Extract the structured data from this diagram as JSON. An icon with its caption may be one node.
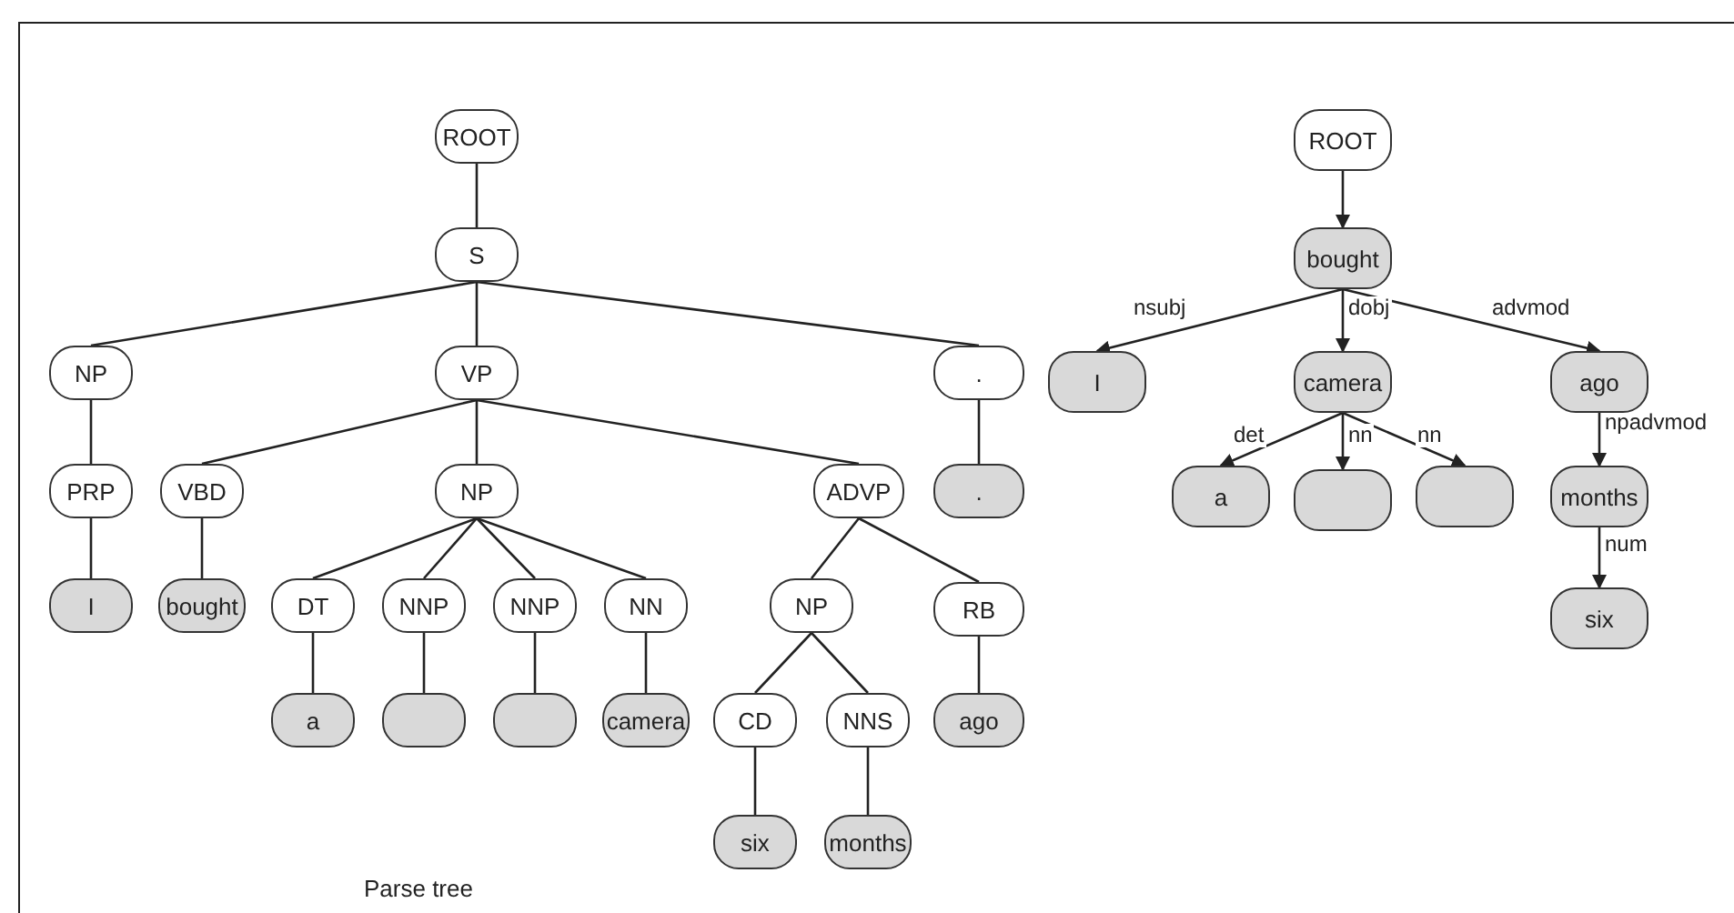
{
  "diagram": {
    "nodes": [
      {
        "text": [
          "ROOT"
        ]
      },
      {
        "text": [
          "S"
        ]
      },
      {
        "text": [
          "NP"
        ]
      },
      {
        "text": [
          "VP"
        ]
      },
      {
        "text": [
          "."
        ]
      },
      {
        "text": [
          "PRP"
        ]
      },
      {
        "text": [
          "VBD"
        ]
      },
      {
        "text": [
          "NP"
        ]
      },
      {
        "text": [
          "ADVP"
        ]
      },
      {
        "text": [
          "."
        ]
      },
      {
        "text": [
          "I"
        ]
      },
      {
        "text": [
          "bought"
        ]
      },
      {
        "text": [
          "DT"
        ]
      },
      {
        "text": [
          "NNP"
        ]
      },
      {
        "text": [
          "NNP"
        ]
      },
      {
        "text": [
          "NN"
        ]
      },
      {
        "text": [
          "NP"
        ]
      },
      {
        "text": [
          "RB"
        ]
      },
      {
        "text": [
          "a"
        ]
      },
      {
        "text": [],
        "shape": "box"
      },
      {
        "text": [],
        "shape": "box"
      },
      {
        "text": [
          "camera"
        ]
      },
      {
        "text": [
          "CD"
        ]
      },
      {
        "text": [
          "NNS"
        ]
      },
      {
        "text": [
          "ago"
        ]
      },
      {
        "text": [
          "six"
        ]
      },
      {
        "text": [
          "months"
        ]
      },
      {
        "text": [
          "ROOT"
        ]
      },
      {
        "text": [
          "bought"
        ]
      },
      {
        "text": [
          "I"
        ]
      },
      {
        "text": [
          "camera"
        ]
      },
      {
        "text": [
          "ago"
        ]
      },
      {
        "text": [
          "a"
        ]
      },
      {
        "text": [],
        "shape": "box"
      },
      {
        "text": [],
        "shape": "box"
      },
      {
        "text": [
          "months"
        ]
      },
      {
        "text": [
          "six"
        ]
      }
    ],
    "edges": [
      {
        "from": 0,
        "to": 1,
        "arrow": "none"
      },
      {
        "from": 1,
        "to": 2,
        "arrow": "none"
      },
      {
        "from": 1,
        "to": 3,
        "arrow": "none"
      },
      {
        "from": 1,
        "to": 4,
        "arrow": "none"
      },
      {
        "from": 2,
        "to": 5,
        "arrow": "none"
      },
      {
        "from": 3,
        "to": 6,
        "arrow": "none"
      },
      {
        "from": 3,
        "to": 7,
        "arrow": "none"
      },
      {
        "from": 3,
        "to": 8,
        "arrow": "none"
      },
      {
        "from": 4,
        "to": 9,
        "arrow": "none"
      },
      {
        "from": 5,
        "to": 10,
        "arrow": "none"
      },
      {
        "from": 6,
        "to": 11,
        "arrow": "none"
      },
      {
        "from": 7,
        "to": 12,
        "arrow": "none"
      },
      {
        "from": 7,
        "to": 13,
        "arrow": "none"
      },
      {
        "from": 7,
        "to": 14,
        "arrow": "none"
      },
      {
        "from": 7,
        "to": 15,
        "arrow": "none"
      },
      {
        "from": 8,
        "to": 16,
        "arrow": "none"
      },
      {
        "from": 8,
        "to": 17,
        "arrow": "none"
      },
      {
        "from": 12,
        "to": 18,
        "arrow": "none"
      },
      {
        "from": 13,
        "to": 19,
        "arrow": "none"
      },
      {
        "from": 14,
        "to": 20,
        "arrow": "none"
      },
      {
        "from": 15,
        "to": 21,
        "arrow": "none"
      },
      {
        "from": 16,
        "to": 22,
        "arrow": "none"
      },
      {
        "from": 16,
        "to": 23,
        "arrow": "none"
      },
      {
        "from": 17,
        "to": 24,
        "arrow": "none"
      },
      {
        "from": 22,
        "to": 25,
        "arrow": "none"
      },
      {
        "from": 23,
        "to": 26,
        "arrow": "none"
      },
      {
        "from": 27,
        "to": 28,
        "arrow": "to"
      },
      {
        "from": 28,
        "to": 29,
        "arrow": "to",
        "label": "nsubj"
      },
      {
        "from": 28,
        "to": 30,
        "arrow": "to",
        "label": "dobj"
      },
      {
        "from": 28,
        "to": 31,
        "arrow": "to",
        "label": "advmod"
      },
      {
        "from": 30,
        "to": 32,
        "arrow": "to",
        "label": "det"
      },
      {
        "from": 30,
        "to": 33,
        "arrow": "to",
        "label": "nn"
      },
      {
        "from": 30,
        "to": 34,
        "arrow": "to",
        "label": "nn"
      },
      {
        "from": 31,
        "to": 35,
        "arrow": "to",
        "label": "npadvmod"
      },
      {
        "from": 35,
        "to": 36,
        "arrow": "to",
        "label": "num"
      }
    ],
    "labels": [
      "Parse tree"
    ]
  }
}
